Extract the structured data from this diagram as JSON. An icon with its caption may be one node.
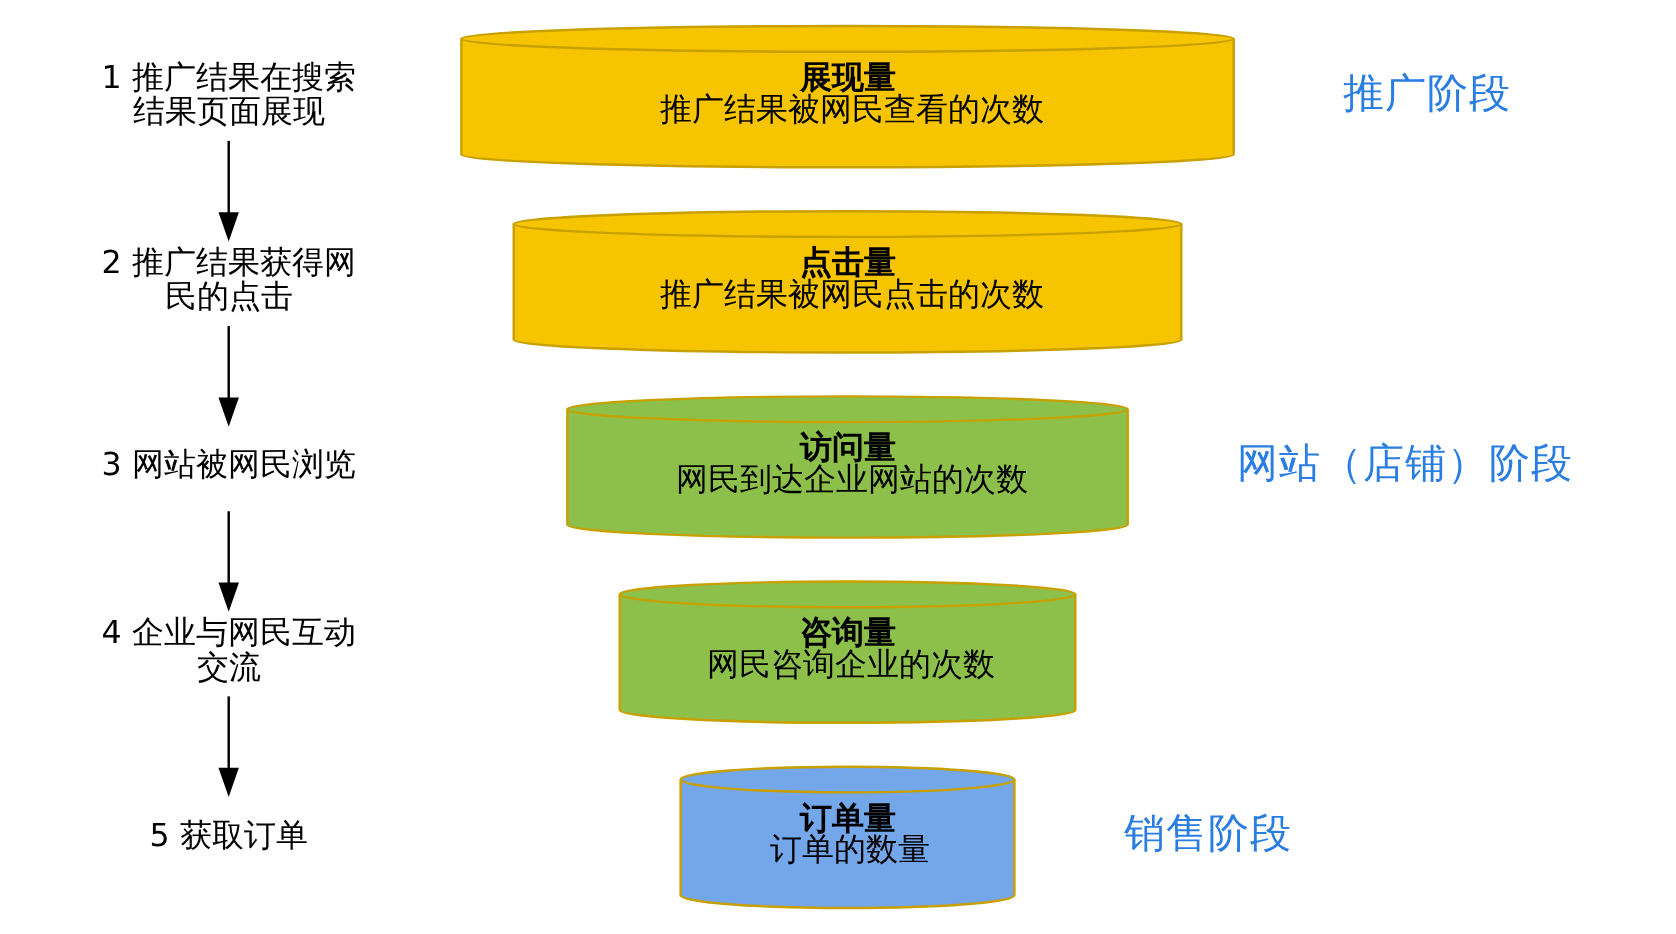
{
  "diagram": {
    "nodes": [
      {
        "text": [
          "1 推广结果在搜索结果页面展现"
        ]
      },
      {
        "text": [
          "2 推广结果获得网民的点击"
        ]
      },
      {
        "text": [
          "3 网站被网民浏览"
        ]
      },
      {
        "text": [
          "4 企业与网民互动交流"
        ]
      },
      {
        "text": [
          "5 获取订单"
        ]
      },
      {
        "text": [
          "展现量",
          "推广结果被网民查看的次数"
        ]
      },
      {
        "text": [
          "点击量",
          "推广结果被网民点击的次数"
        ]
      },
      {
        "text": [
          "访问量",
          "网民到达企业网站的次数"
        ]
      },
      {
        "text": [
          "咨询量",
          "网民咨询企业的次数"
        ]
      },
      {
        "text": [
          "订单量",
          "订单的数量"
        ]
      }
    ],
    "edges": [
      {
        "from": 0,
        "to": 1,
        "arrow": "to"
      },
      {
        "from": 1,
        "to": 2,
        "arrow": "to"
      },
      {
        "from": 2,
        "to": 3,
        "arrow": "to"
      },
      {
        "from": 3,
        "to": 4,
        "arrow": "to"
      }
    ],
    "labels": [
      "推广阶段",
      "网站（店铺）阶段",
      "销售阶段"
    ]
  }
}
